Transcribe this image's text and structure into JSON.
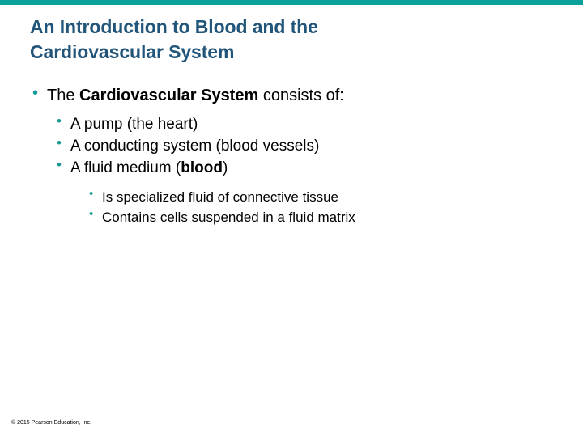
{
  "slide": {
    "accent_bar_color": "#0aa09b",
    "title_color": "#22557a",
    "bullet_color": "#0f9c96",
    "background_color": "#ffffff",
    "title": "An Introduction to Blood and the Cardiovascular System",
    "title_line1": "An Introduction to Blood and the",
    "title_line2": "Cardiovascular System",
    "bullet_glyph": "•"
  },
  "content": {
    "level1": [
      {
        "text": "The Cardiovascular System consists of:",
        "parts": [
          {
            "text": "The ",
            "bold": false
          },
          {
            "text": "Cardiovascular System",
            "bold": true
          },
          {
            "text": " consists of:",
            "bold": false
          }
        ]
      }
    ],
    "level2": [
      {
        "text": "A pump (the heart)",
        "parts": [
          {
            "text": "A pump (the heart)",
            "bold": false
          }
        ]
      },
      {
        "text": "A conducting system (blood vessels)",
        "parts": [
          {
            "text": "A conducting system (blood vessels)",
            "bold": false
          }
        ]
      },
      {
        "text": "A fluid medium (blood)",
        "parts": [
          {
            "text": "A fluid medium (",
            "bold": false
          },
          {
            "text": "blood",
            "bold": true
          },
          {
            "text": ")",
            "bold": false
          }
        ]
      }
    ],
    "level3": [
      {
        "text": "Is specialized fluid of connective tissue",
        "parts": [
          {
            "text": "Is specialized fluid of connective tissue",
            "bold": false
          }
        ]
      },
      {
        "text": "Contains cells suspended in a fluid matrix",
        "parts": [
          {
            "text": "Contains cells suspended in a fluid matrix",
            "bold": false
          }
        ]
      }
    ]
  },
  "footer": {
    "copyright": "© 2015 Pearson Education, Inc."
  }
}
